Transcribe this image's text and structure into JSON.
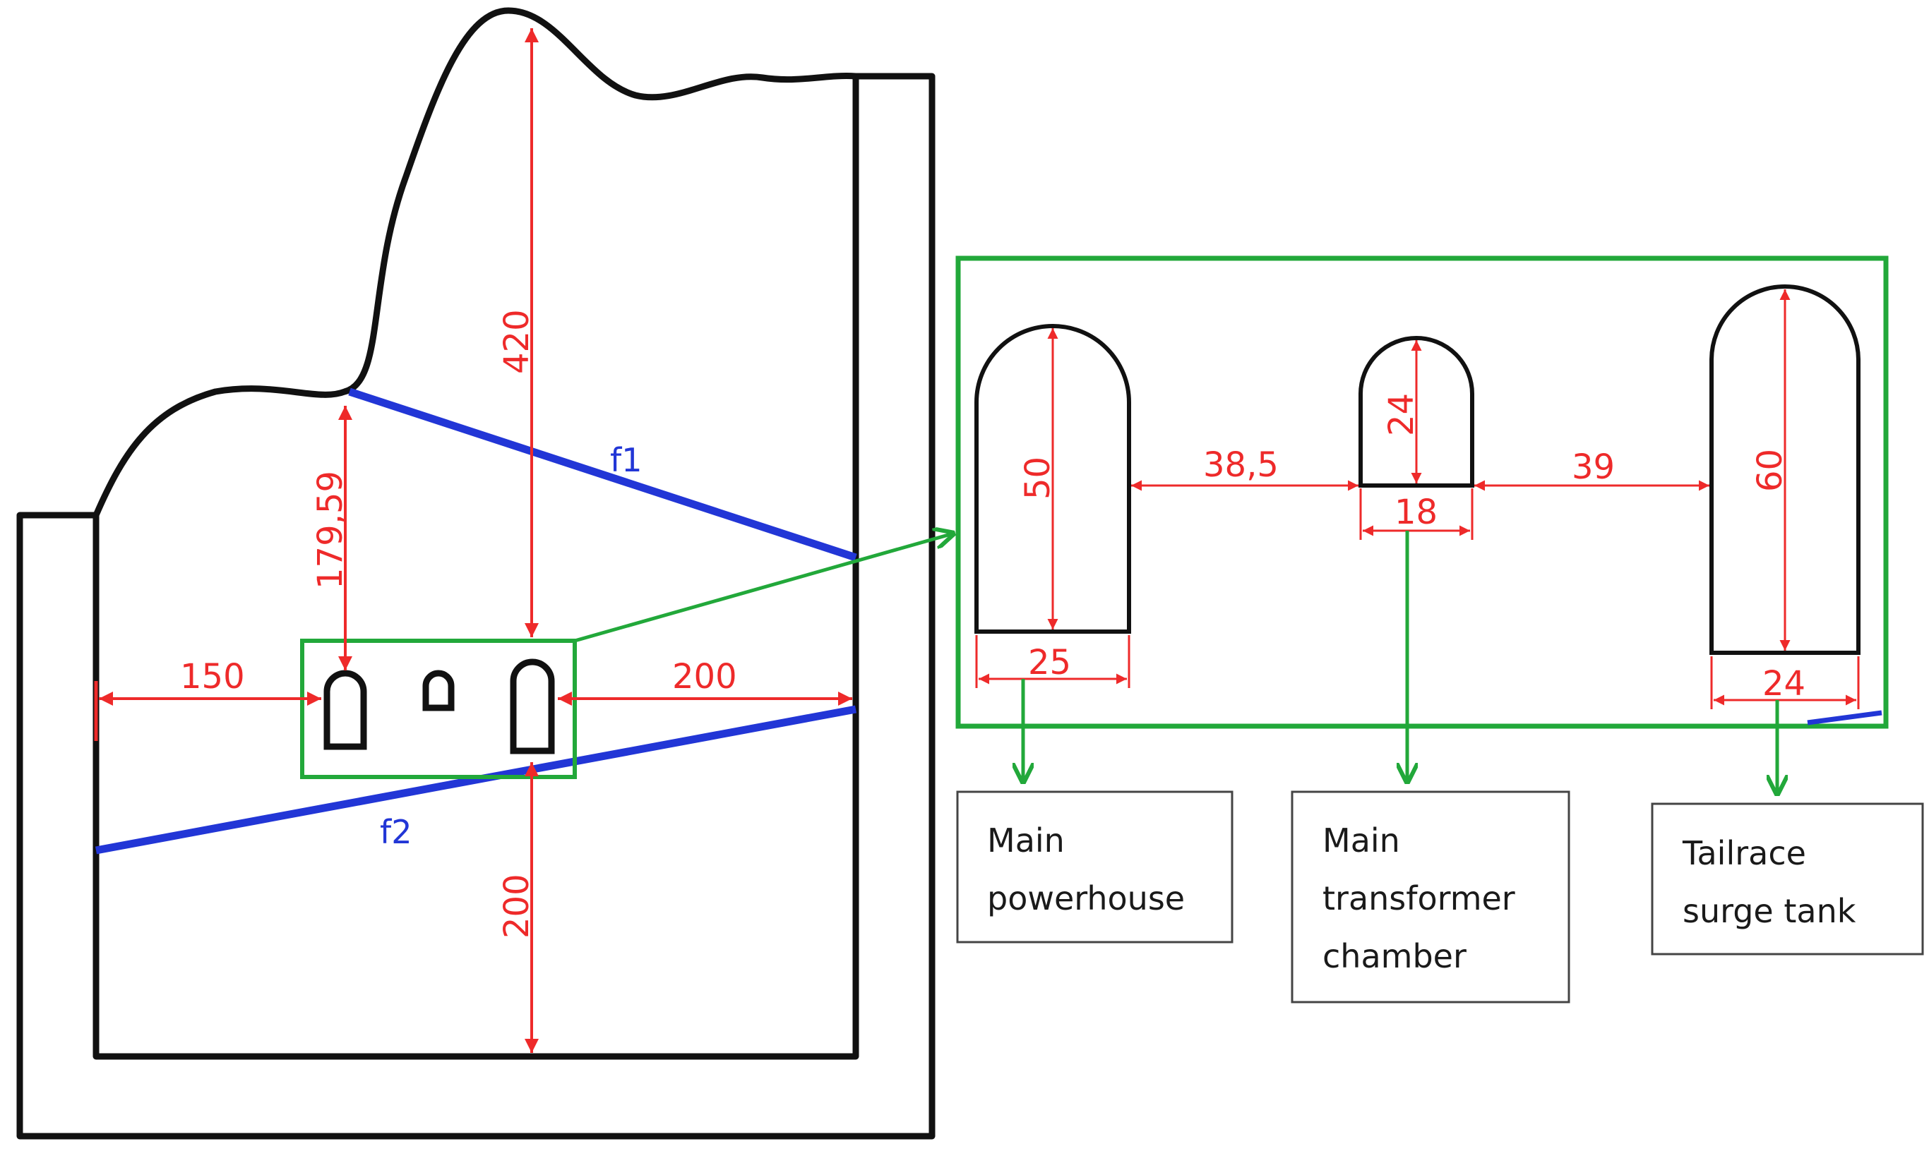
{
  "colors": {
    "outline": "#111111",
    "dimension": "#ee2a2a",
    "fault": "#2236d6",
    "callout": "#22a83a"
  },
  "overview": {
    "dims": {
      "height_top": "420",
      "height_left": "179,59",
      "width_left": "150",
      "width_right": "200",
      "depth_below": "200"
    },
    "faults": {
      "f1": "f1",
      "f2": "f2"
    }
  },
  "detail": {
    "powerhouse": {
      "height": "50",
      "width": "25"
    },
    "transformer": {
      "height": "24",
      "width": "18"
    },
    "surge_tank": {
      "height": "60",
      "width": "24"
    },
    "spacing": {
      "powerhouse_to_transformer": "38,5",
      "transformer_to_surge_tank": "39"
    }
  },
  "labels": {
    "powerhouse": "Main\npowerhouse",
    "transformer": "Main\ntransformer\nchamber",
    "surge_tank": "Tailrace\nsurge tank"
  }
}
